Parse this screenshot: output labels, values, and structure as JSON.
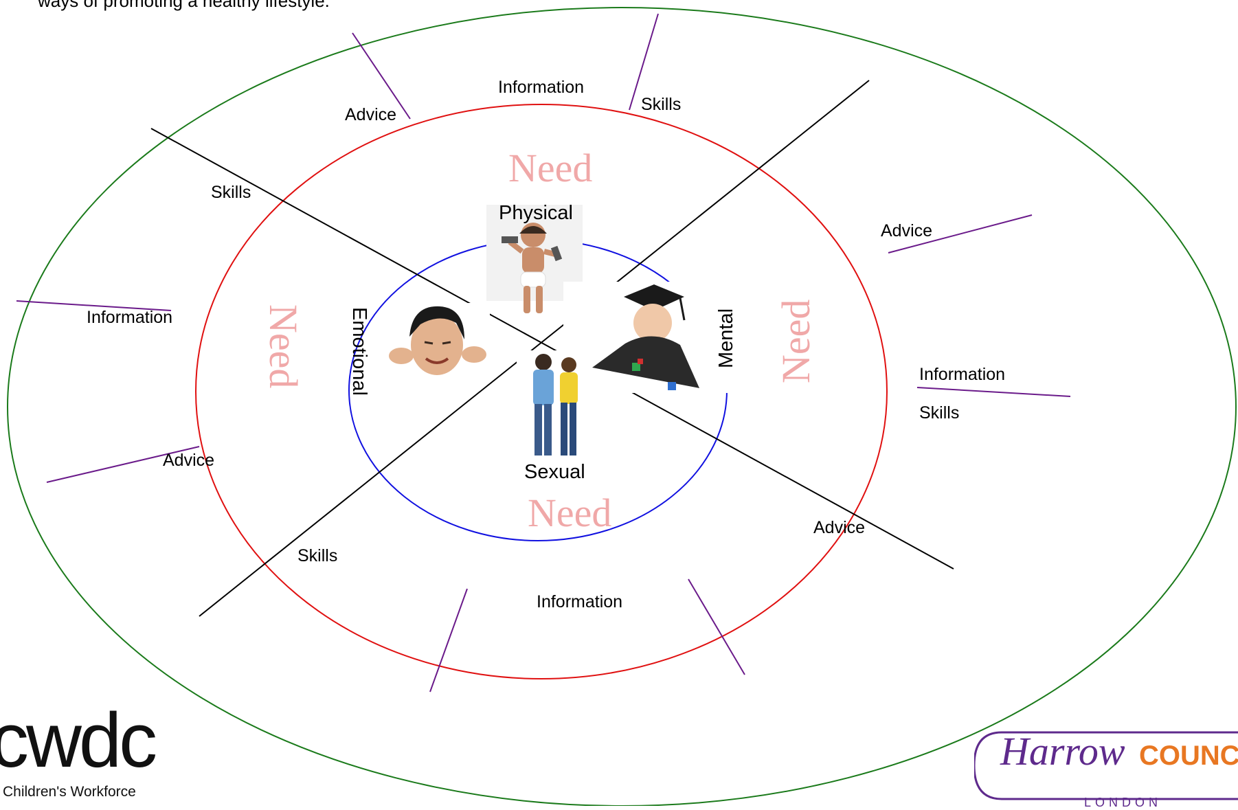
{
  "intro_text": "ways of promoting a healthy lifestyle.",
  "colors": {
    "outer_ring": "#1a7a1a",
    "middle_ring": "#e01010",
    "inner_ring": "#1010e0",
    "spoke": "#6a1a8a",
    "divider": "#000000",
    "need_text": "#f0a8a8"
  },
  "quadrants": {
    "physical": "Physical",
    "mental": "Mental",
    "sexual": "Sexual",
    "emotional": "Emotional"
  },
  "need_label": "Need",
  "ring_labels": {
    "top_information": "Information",
    "top_advice": "Advice",
    "top_skills": "Skills",
    "left_skills": "Skills",
    "left_information": "Information",
    "left_advice": "Advice",
    "right_advice": "Advice",
    "right_information": "Information",
    "right_skills": "Skills",
    "bottom_skills": "Skills",
    "bottom_information": "Information",
    "bottom_advice": "Advice"
  },
  "images": {
    "physical": "baby-with-dumbbells-photo",
    "emotional": "child-covering-ears-photo",
    "mental": "baby-in-graduation-cap-photo",
    "sexual": "teen-couple-photo"
  },
  "logos": {
    "cwdc_letters": "cwdc",
    "cwdc_name": "Children's Workforce",
    "harrow_name": "Harrow",
    "harrow_council": "COUNCIL",
    "harrow_location": "LONDON"
  }
}
